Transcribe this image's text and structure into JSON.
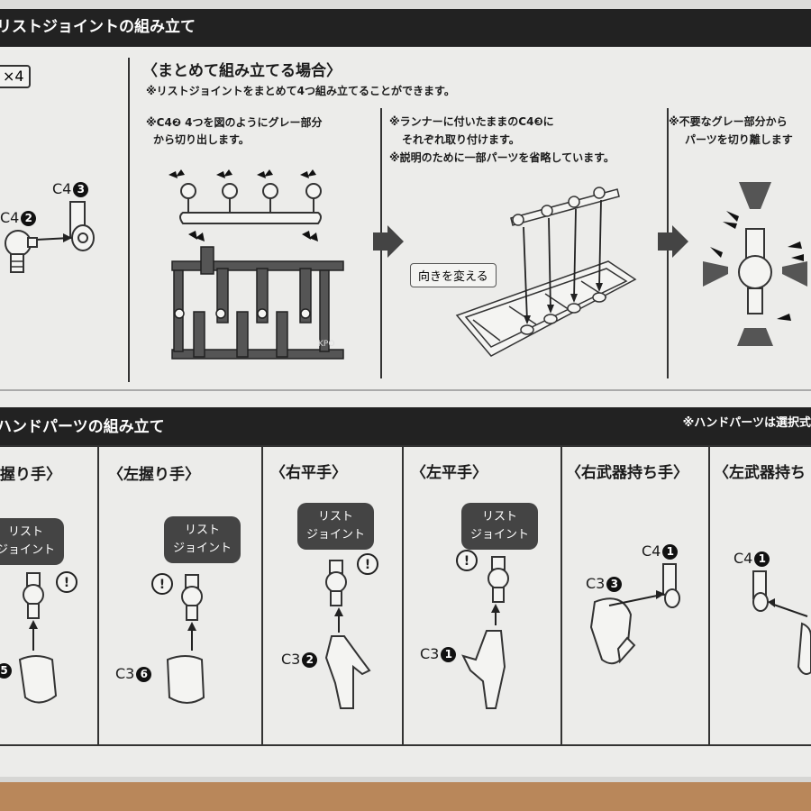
{
  "section1": {
    "header": "リストジョイントの組み立て",
    "qty_label": "×4",
    "left": {
      "c4_3": "C4",
      "c4_3_num": "3",
      "c4_2": "C4",
      "c4_2_num": "2"
    },
    "bulk_title": "〈まとめて組み立てる場合〉",
    "bulk_note": "※リストジョイントをまとめて4つ組み立てることができます。",
    "step1_line1": "※C4❷ 4つを図のようにグレー部分",
    "step1_line2": "から切り出します。",
    "step2_line1": "※ランナーに付いたままのC4❸に",
    "step2_line2": "それぞれ取り付けます。",
    "step2_line3": "※説明のために一部パーツを省略しています。",
    "step2_callout": "向きを変える",
    "step3_line1": "※不要なグレー部分から",
    "step3_line2": "パーツを切り離します",
    "runner_label": "KPO"
  },
  "section2": {
    "header": "ハンドパーツの組み立て",
    "note": "※ハンドパーツは選択式",
    "wrist_label_1": "リスト",
    "wrist_label_2": "ジョイント",
    "cols": [
      {
        "title": "握り手〉",
        "part": "",
        "num": "5"
      },
      {
        "title": "〈左握り手〉",
        "part": "C3",
        "num": "6"
      },
      {
        "title": "〈右平手〉",
        "part": "C3",
        "num": "2"
      },
      {
        "title": "〈左平手〉",
        "part": "C3",
        "num": "1"
      },
      {
        "title": "〈右武器持ち手〉",
        "part_a": "C4",
        "num_a": "1",
        "part_b": "C3",
        "num_b": "3"
      },
      {
        "title": "〈左武器持ち",
        "part": "C4",
        "num": "1"
      }
    ]
  }
}
